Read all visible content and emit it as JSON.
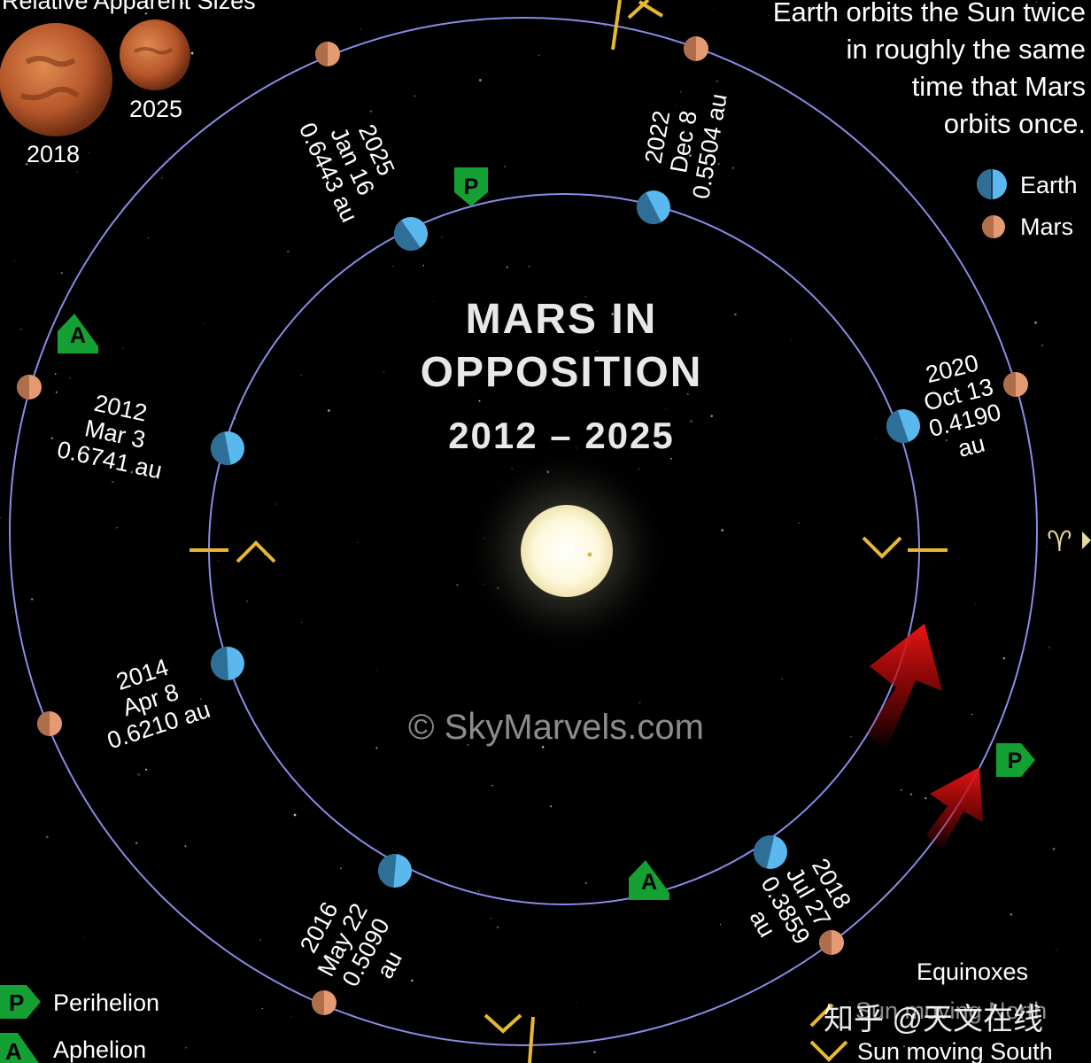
{
  "title": {
    "line1": "MARS IN",
    "line2": "OPPOSITION",
    "years": "2012 – 2025"
  },
  "sizes": {
    "heading": "Relative Apparent Sizes",
    "label_2018": "2018",
    "label_2025": "2025"
  },
  "note": {
    "lines": [
      "Earth orbits the Sun twice",
      "in roughly the same",
      "time that Mars",
      "orbits once."
    ]
  },
  "legend": {
    "earth": "Earth",
    "mars": "Mars",
    "perihelion": "Perihelion",
    "aphelion": "Aphelion",
    "perihelion_letter": "P",
    "aphelion_letter": "A"
  },
  "equinoxes": {
    "heading": "Equinoxes",
    "north": "Sun moving North",
    "south": "Sun moving South"
  },
  "aries_symbol": "♈",
  "watermark": "© SkyMarvels.com",
  "overlay_watermark": "知乎 @天文在线",
  "oppositions": [
    {
      "year": "2012",
      "date": "Mar 3",
      "dist": "0.6741 au"
    },
    {
      "year": "2014",
      "date": "Apr 8",
      "dist": "0.6210 au"
    },
    {
      "year": "2016",
      "date": "May 22",
      "dist": "0.5090",
      "unit": "au"
    },
    {
      "year": "2018",
      "date": "Jul 27",
      "dist": "0.3859",
      "unit": "au"
    },
    {
      "year": "2020",
      "date": "Oct 13",
      "dist": "0.4190",
      "unit": "au"
    },
    {
      "year": "2022",
      "date": "Dec 8",
      "dist": "0.5504 au"
    },
    {
      "year": "2025",
      "date": "Jan 16",
      "dist": "0.6443 au"
    }
  ],
  "colors": {
    "orbit": "#8a8ce8",
    "earth": "#5ab8ee",
    "mars": "#e49a72",
    "marker": "#14a033",
    "equinox": "#e8b830",
    "arrow": "#d40c0c",
    "sun": "#fffbe6"
  }
}
